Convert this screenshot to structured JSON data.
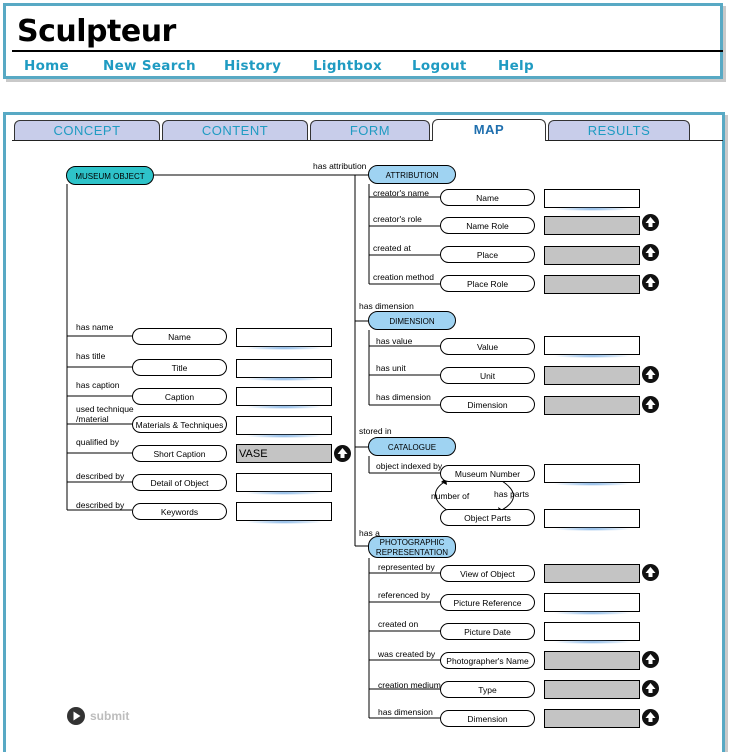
{
  "app": {
    "logo": "Sculpteur",
    "nav": [
      "Home",
      "New Search",
      "History",
      "Lightbox",
      "Logout",
      "Help"
    ]
  },
  "tabs": [
    "CONCEPT",
    "CONTENT",
    "FORM",
    "MAP",
    "RESULTS"
  ],
  "active_tab": "MAP",
  "museum_object": {
    "title": "MUSEUM OBJECT",
    "fields": [
      {
        "relation": "has name",
        "property": "Name",
        "value": ""
      },
      {
        "relation": "has title",
        "property": "Title",
        "value": ""
      },
      {
        "relation": "has caption",
        "property": "Caption",
        "value": ""
      },
      {
        "relation": "used technique /material",
        "property": "Materials & Techniques",
        "value": ""
      },
      {
        "relation": "qualified by",
        "property": "Short Caption",
        "value": "VASE"
      },
      {
        "relation": "described by",
        "property": "Detail of Object",
        "value": ""
      },
      {
        "relation": "described by",
        "property": "Keywords",
        "value": ""
      }
    ]
  },
  "edges": {
    "attribution": "has attribution",
    "dimension": "has dimension",
    "catalogue": "stored in",
    "photo": "has a"
  },
  "attribution": {
    "title": "ATTRIBUTION",
    "fields": [
      {
        "relation": "creator's name",
        "property": "Name",
        "value": ""
      },
      {
        "relation": "creator's role",
        "property": "Name Role",
        "value": ""
      },
      {
        "relation": "created at",
        "property": "Place",
        "value": ""
      },
      {
        "relation": "creation method",
        "property": "Place Role",
        "value": ""
      }
    ]
  },
  "dimension": {
    "title": "DIMENSION",
    "fields": [
      {
        "relation": "has value",
        "property": "Value",
        "value": ""
      },
      {
        "relation": "has unit",
        "property": "Unit",
        "value": ""
      },
      {
        "relation": "has dimension",
        "property": "Dimension",
        "value": ""
      }
    ]
  },
  "catalogue": {
    "title": "CATALOGUE",
    "relation": "object indexed by",
    "number_of": "number of",
    "has_parts": "has parts",
    "fields": [
      {
        "property": "Museum Number",
        "value": ""
      },
      {
        "property": "Object Parts",
        "value": ""
      }
    ]
  },
  "photo": {
    "title_line1": "PHOTOGRAPHIC",
    "title_line2": "REPRESENTATION",
    "fields": [
      {
        "relation": "represented by",
        "property": "View of Object",
        "value": ""
      },
      {
        "relation": "referenced by",
        "property": "Picture Reference",
        "value": ""
      },
      {
        "relation": "created on",
        "property": "Picture Date",
        "value": ""
      },
      {
        "relation": "was created by",
        "property": "Photographer's Name",
        "value": ""
      },
      {
        "relation": "creation medium",
        "property": "Type",
        "value": ""
      },
      {
        "relation": "has dimension",
        "property": "Dimension",
        "value": ""
      }
    ]
  },
  "submit_label": "submit",
  "icons": {
    "expand": "up-arrow-icon",
    "submit": "submit-icon"
  },
  "colors": {
    "frame": "#58a9c4",
    "link": "#1f9bc2",
    "tab": "#c8cdea",
    "class_node": "#9fd3f2",
    "root_node": "#2ec3c9",
    "disabled": "#c4c4c4"
  }
}
